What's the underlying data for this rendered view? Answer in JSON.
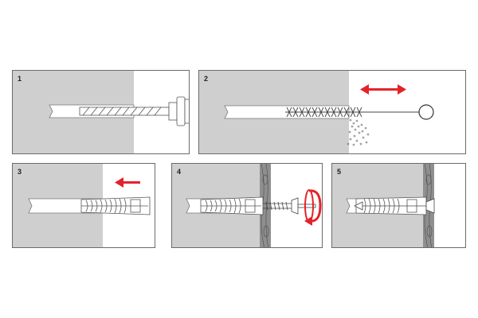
{
  "steps": [
    {
      "number": "1"
    },
    {
      "number": "2"
    },
    {
      "number": "3"
    },
    {
      "number": "4"
    },
    {
      "number": "5"
    }
  ],
  "colors": {
    "wall": "#cfcfcf",
    "line": "#555555",
    "arrow": "#e3232a",
    "wood": "#9a9a9a"
  },
  "icons": {
    "step1": "drill-bit-icon",
    "step2": "brush-icon",
    "step3": "wall-plug-icon",
    "step4": "screw-icon",
    "step5": "installed-fixing-icon"
  }
}
